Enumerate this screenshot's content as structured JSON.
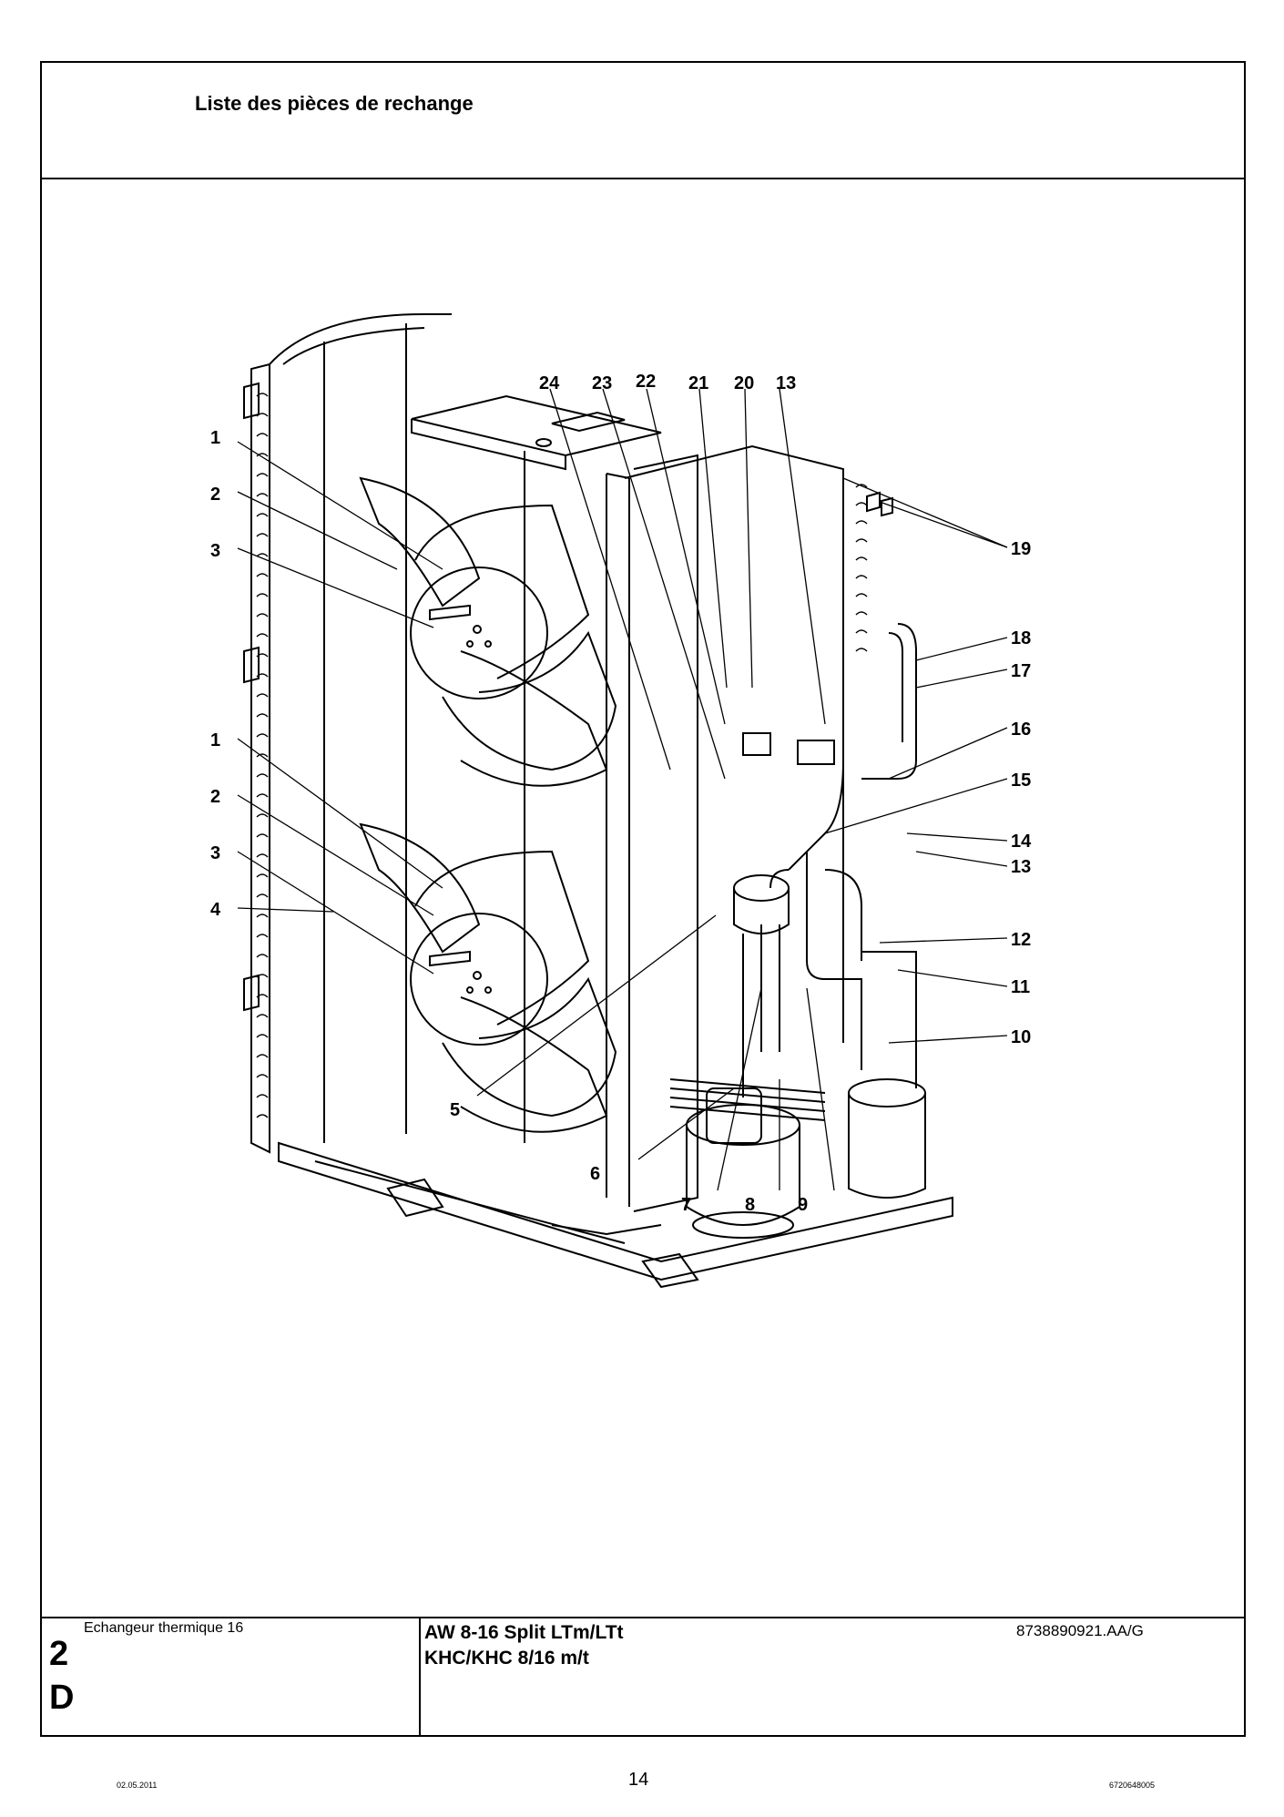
{
  "header": {
    "title": "Liste des pièces de rechange"
  },
  "drawing": {
    "reference": "8738890921.AA/G",
    "callouts": {
      "c24": "24",
      "c23": "23",
      "c22": "22",
      "c21": "21",
      "c20": "20",
      "c13a": "13",
      "c1a": "1",
      "c2a": "2",
      "c3a": "3",
      "c1b": "1",
      "c2b": "2",
      "c3b": "3",
      "c4": "4",
      "c19": "19",
      "c18": "18",
      "c17": "17",
      "c16": "16",
      "c15": "15",
      "c14": "14",
      "c13b": "13",
      "c12": "12",
      "c11": "11",
      "c10": "10",
      "c5": "5",
      "c6": "6",
      "c7": "7",
      "c8": "8",
      "c9": "9"
    }
  },
  "footer": {
    "section_number": "2",
    "section_letter": "D",
    "section_name": "Echangeur thermique 16",
    "model_line_1": "AW 8-16 Split LTm/LTt",
    "model_line_2": "KHC/KHC 8/16 m/t"
  },
  "page": {
    "date": "02.05.2011",
    "number": "14",
    "doc_number": "6720648005"
  }
}
